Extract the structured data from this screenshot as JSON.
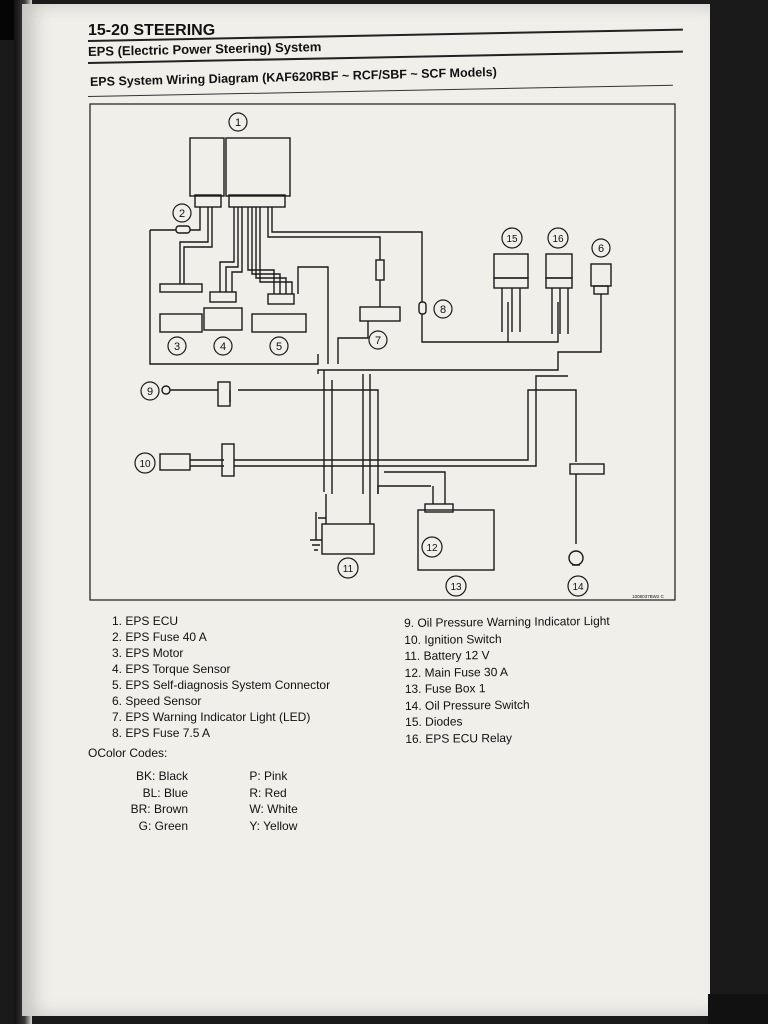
{
  "header": {
    "section_title": "15-20 STEERING",
    "subtitle": "EPS (Electric Power Steering) System",
    "diagram_title": "EPS System Wiring Diagram (KAF620RBF ~ RCF/SBF ~ SCF Models)"
  },
  "diagram": {
    "callouts": [
      "1",
      "2",
      "3",
      "4",
      "5",
      "6",
      "7",
      "8",
      "9",
      "10",
      "11",
      "12",
      "13",
      "14",
      "15",
      "16"
    ],
    "part_code": "1008037BW2 C"
  },
  "legend": {
    "items": [
      "1. EPS ECU",
      "2. EPS Fuse 40 A",
      "3. EPS Motor",
      "4. EPS Torque Sensor",
      "5. EPS Self-diagnosis System Connector",
      "6. Speed Sensor",
      "7. EPS Warning Indicator Light (LED)",
      "8. EPS Fuse 7.5 A",
      "9. Oil Pressure Warning Indicator Light",
      "10. Ignition Switch",
      "11. Battery 12 V",
      "12. Main Fuse 30 A",
      "13. Fuse Box 1",
      "14. Oil Pressure Switch",
      "15. Diodes",
      "16. EPS ECU Relay"
    ]
  },
  "color_codes": {
    "title": "OColor Codes:",
    "left": [
      "BK: Black",
      "BL: Blue",
      "BR: Brown",
      "G: Green"
    ],
    "right": [
      "P: Pink",
      "R: Red",
      "W: White",
      "Y: Yellow"
    ]
  }
}
